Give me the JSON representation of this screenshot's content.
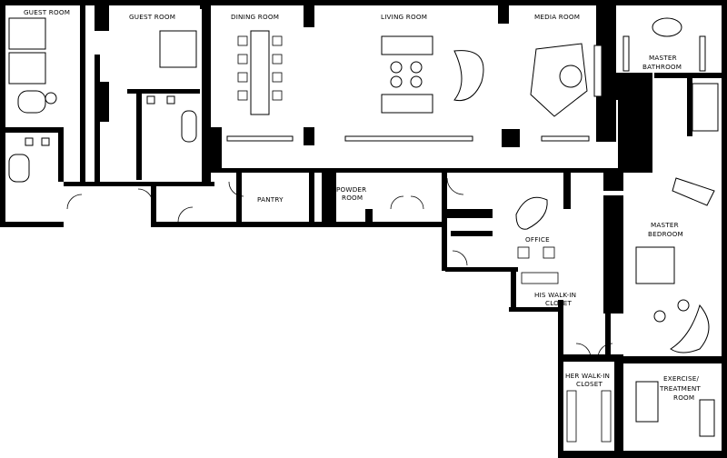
{
  "rooms": {
    "guest_room_1": "GUEST ROOM",
    "guest_room_2": "GUEST ROOM",
    "dining_room": "DINING ROOM",
    "living_room": "LIVING ROOM",
    "media_room": "MEDIA ROOM",
    "master_bathroom_1": "MASTER",
    "master_bathroom_2": "BATHROOM",
    "pantry": "PANTRY",
    "powder_room_1": "POWDER",
    "powder_room_2": "ROOM",
    "office": "OFFICE",
    "master_bedroom_1": "MASTER",
    "master_bedroom_2": "BEDROOM",
    "his_closet_1": "HIS WALK-IN",
    "his_closet_2": "CLOSET",
    "her_closet_1": "HER WALK-IN",
    "her_closet_2": "CLOSET",
    "exercise_1": "EXERCISE/",
    "exercise_2": "TREATMENT",
    "exercise_3": "ROOM"
  }
}
